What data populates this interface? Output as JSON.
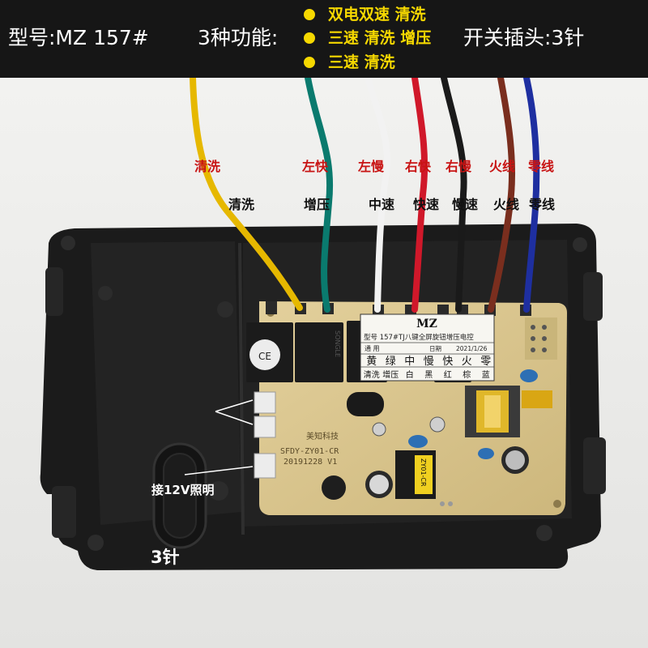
{
  "header": {
    "model": "型号:MZ 157#",
    "functions_label": "3种功能:",
    "features": [
      "双电双速 清洗",
      "三速 清洗 增压",
      "三速 清洗"
    ],
    "plug": "开关插头:3针"
  },
  "wire_labels": {
    "top": [
      "清洗",
      "左快",
      "左慢",
      "右快",
      "右慢",
      "火线",
      "零线"
    ],
    "bottom": [
      "清洗",
      "增压",
      "中速",
      "快速",
      "慢速",
      "火线",
      "零线"
    ]
  },
  "callouts": {
    "lighting": "接12V照明",
    "pins": "3针"
  },
  "board": {
    "brand": "MZ",
    "model_line": "型号 157#TJ八键全屏旋钮增压电控",
    "general": "通 用",
    "date_label": "日期",
    "date": "2021/1/26",
    "color_row": [
      "黄",
      "绿",
      "中",
      "慢",
      "快",
      "火",
      "零"
    ],
    "func_row": [
      "清洗",
      "增压",
      "白",
      "黑",
      "红",
      "棕",
      "蓝"
    ],
    "company": "美知科技",
    "pcb_model": "SFDY-ZY01-CR",
    "pcb_date": "20191228  V1",
    "transformer": "ZY01-CR",
    "relay_text": "SONGLE",
    "component_text": "CE"
  },
  "colors": {
    "banner": "#161616",
    "feature_yellow": "#f6d800",
    "label_red": "#c81414",
    "pcb": "#d9c58f",
    "box": "#1d1d1d",
    "wires": [
      "#e6b800",
      "#0a7a6e",
      "#f2f2f2",
      "#d0182a",
      "#1a1a1a",
      "#7a2e1e",
      "#1e2fa0"
    ]
  }
}
